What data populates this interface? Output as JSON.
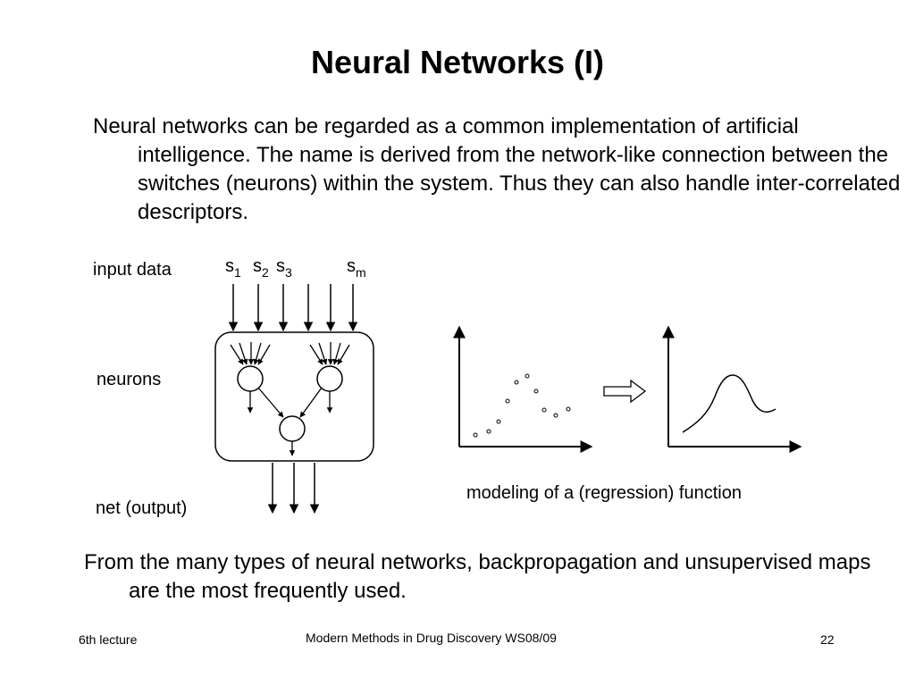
{
  "slide": {
    "title": "Neural Networks (I)",
    "paragraph_1": "Neural networks can be regarded as a common implementation of artificial intelligence. The name is derived from the network-like connection between the switches (neurons) within the system. Thus they can also handle inter-correlated descriptors.",
    "paragraph_2": "From the many types of neural networks, backpropagation and unsupervised maps are the most frequently used."
  },
  "diagram": {
    "input_label": "input data",
    "neurons_label": "neurons",
    "output_label": "net (output)",
    "inputs": [
      {
        "base": "s",
        "sub": "1"
      },
      {
        "base": "s",
        "sub": "2"
      },
      {
        "base": "s",
        "sub": "3"
      },
      {
        "base": "s",
        "sub": "m"
      }
    ],
    "regression_caption": "modeling of a (regression) function"
  },
  "footer": {
    "left": "6th lecture",
    "center": "Modern Methods in Drug Discovery WS08/09",
    "page_number": "22"
  }
}
